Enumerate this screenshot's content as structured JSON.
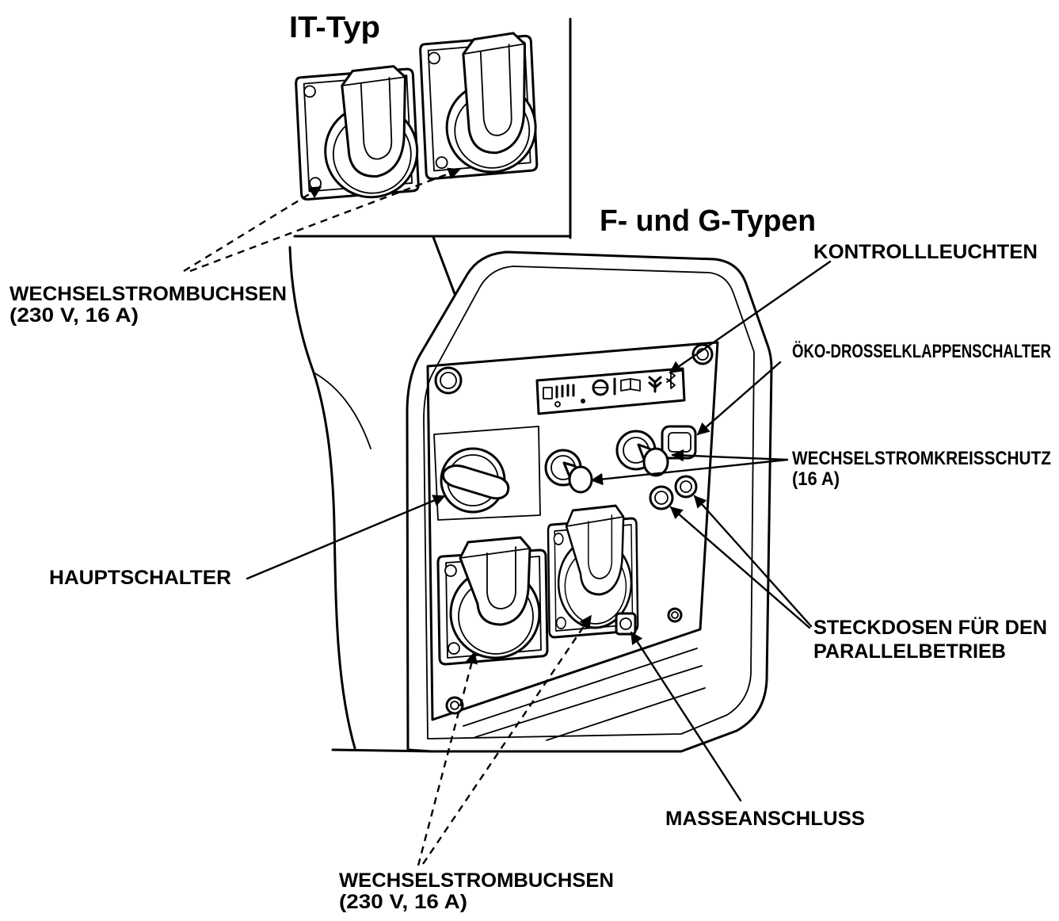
{
  "titles": {
    "it_type": "IT-Typ",
    "fg_types": "F- und G-Typen"
  },
  "labels": {
    "control_lights": "KONTROLLLEUCHTEN",
    "eco_throttle_switch": "ÖKO-DROSSELKLAPPENSCHALTER",
    "ac_circuit_protector": {
      "line1": "WECHSELSTROMKREISSCHUTZ",
      "line2": "(16 A)"
    },
    "parallel_outlets": {
      "line1": "STECKDOSEN FÜR DEN",
      "line2": "PARALLELBETRIEB"
    },
    "ground_terminal": "MASSEANSCHLUSS",
    "main_switch": "HAUPTSCHALTER",
    "ac_receptacles_fg": {
      "line1": "WECHSELSTROMBUCHSEN",
      "line2": "(230 V, 16 A)"
    },
    "ac_receptacles_it": {
      "line1": "WECHSELSTROMBUCHSEN",
      "line2": "(230 V, 16 A)"
    }
  },
  "display_icons": [
    "output-level-icon",
    "oil-alert-icon",
    "manual-icon",
    "eco-icon",
    "bluetooth-icon"
  ],
  "colors": {
    "ink": "#000000",
    "paper": "#ffffff"
  }
}
